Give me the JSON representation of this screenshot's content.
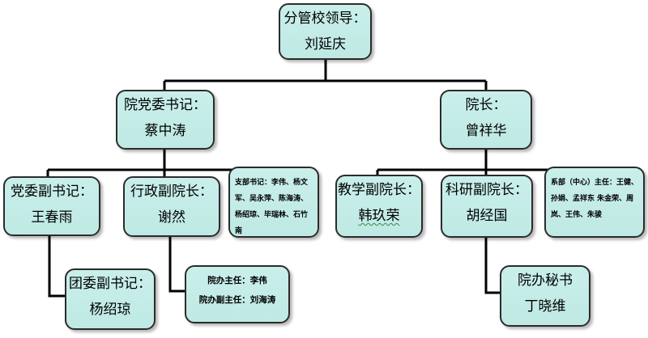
{
  "chart": {
    "root": {
      "title": "分管校领导：",
      "name": "刘延庆"
    },
    "party": {
      "title": "院党委书记：",
      "name": "蔡中涛"
    },
    "dean": {
      "title": "院长：",
      "name": "曾祥华"
    },
    "party_deputy": {
      "title": "党委副书记：",
      "name": "王春雨"
    },
    "admin_vice": {
      "title": "行政副院长：",
      "name": "谢然"
    },
    "branch_secretaries": {
      "text": "支部书记：李伟、杨文军、吴永萍、陈海涛、杨绍琼、毕瑞林、石竹南"
    },
    "teaching_vice": {
      "title": "教学副院长：",
      "name": "韩玖荣"
    },
    "research_vice": {
      "title": "科研副院长：",
      "name": "胡经国"
    },
    "dept_heads": {
      "text": "系部（中心）主任：王健、孙娟、孟祥东 朱金荣、周岚、王伟、朱骏"
    },
    "youth_league": {
      "title": "团委副书记：",
      "name": "杨绍琼"
    },
    "office": {
      "line1": "院办主任：李伟",
      "line2": "院办副主任：刘海涛"
    },
    "secretary": {
      "title": "院办秘书",
      "name": "丁晓维"
    }
  },
  "colors": {
    "box_fill": "#c9efeb",
    "border": "#2b2b2b",
    "connector": "#000000"
  }
}
